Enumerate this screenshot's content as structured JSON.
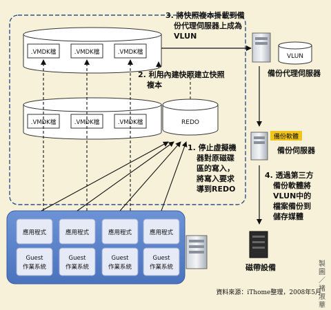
{
  "vmdk_label": ".VMDK檔",
  "redo_label": "REDO",
  "vlun_label": "VLUN",
  "vms": [
    {
      "app": "應用程式",
      "guest": "Guest",
      "os": "作業系統"
    },
    {
      "app": "應用程式",
      "guest": "Guest",
      "os": "作業系統"
    },
    {
      "app": "應用程式",
      "guest": "Guest",
      "os": "作業系統"
    },
    {
      "app": "應用程式",
      "guest": "Guest",
      "os": "作業系統"
    }
  ],
  "steps": {
    "step1": [
      "1. 停止虛擬機",
      "器對原磁碟",
      "區的寫入，",
      "將寫入要求",
      "導到REDO"
    ],
    "step2": [
      "2. 利用內建快照建立快照",
      "複本"
    ],
    "step3": [
      "3. 將快照複本掛載到備",
      "份代理伺服器上成為",
      "VLUN"
    ],
    "step4": [
      "4. 透過第三方",
      "備份軟體將",
      "VLUN中的",
      "檔案備份到",
      "儲存媒體"
    ]
  },
  "proxy_label": "備份代理伺服器",
  "backup_software_badge": "備份軟體",
  "backup_server_label": "備份伺服器",
  "tape_label": "磁帶設備",
  "credit": "資料來源：iThome整理，2008年5月",
  "side_credit": [
    "製",
    "圖",
    "／",
    "褚",
    "淑",
    "華"
  ],
  "colors": {
    "background": "#f6f1d8",
    "vm_panel": "#5a83c9",
    "vm_card": "#e6eaf6",
    "dashed_frame": "#2d4f8a",
    "badge": "#f0c419"
  }
}
